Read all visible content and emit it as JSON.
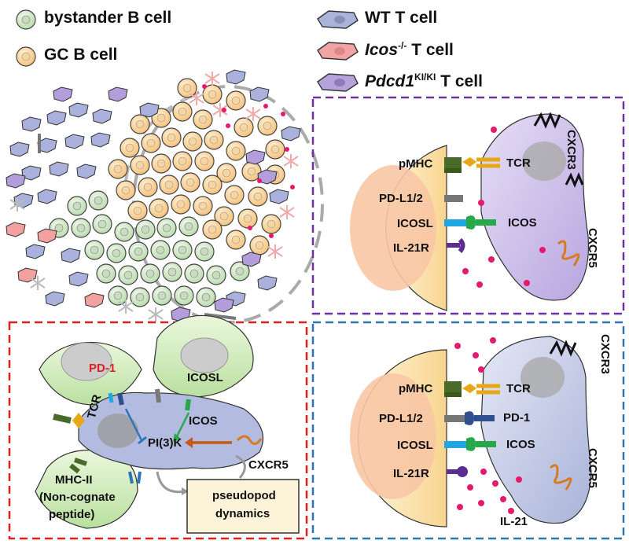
{
  "legend": {
    "bystander": "bystander B cell",
    "gc": "GC B cell",
    "wt": "WT T cell",
    "icos_gene": "Icos",
    "icos_sup": "-/-",
    "icos_suffix": "T cell",
    "pdcd1_gene": "Pdcd1",
    "pdcd1_sup": "KI/KI",
    "pdcd1_suffix": "T cell"
  },
  "panel_purple": {
    "pmhc": "pMHC",
    "pdl": "PD-L1/2",
    "icosl": "ICOSL",
    "il21r": "IL-21R",
    "tcr": "TCR",
    "icos": "ICOS",
    "cxcr3": "CXCR3",
    "cxcr5": "CXCR5"
  },
  "panel_blue": {
    "pmhc": "pMHC",
    "pdl": "PD-L1/2",
    "icosl": "ICOSL",
    "il21r": "IL-21R",
    "tcr": "TCR",
    "pd1": "PD-1",
    "icos": "ICOS",
    "cxcr3": "CXCR3",
    "cxcr5": "CXCR5",
    "il21": "IL-21"
  },
  "panel_red": {
    "pd1": "PD-1",
    "icosl": "ICOSL",
    "icos": "ICOS",
    "tcr": "TCR",
    "pi3k": "PI(3)K",
    "cxcr5": "CXCR5",
    "mhc": "MHC-II",
    "noncognate": "(Non-cognate",
    "peptide": "peptide)",
    "pseudo1": "pseudopod",
    "pseudo2": "dynamics"
  },
  "colors": {
    "purple_border": "#7030a0",
    "blue_border": "#2e75b6",
    "red_border": "#e02020",
    "bcell_yellow": "#fbe3a6",
    "gc_orange": "#f9c98a",
    "bystander_green": "#cfe7c4",
    "wt_tcell": "#b8bfe0",
    "icos_ko": "#f2a3a3",
    "pdcd1_ki": "#b7a3dc",
    "il21_dot": "#e6196e"
  }
}
